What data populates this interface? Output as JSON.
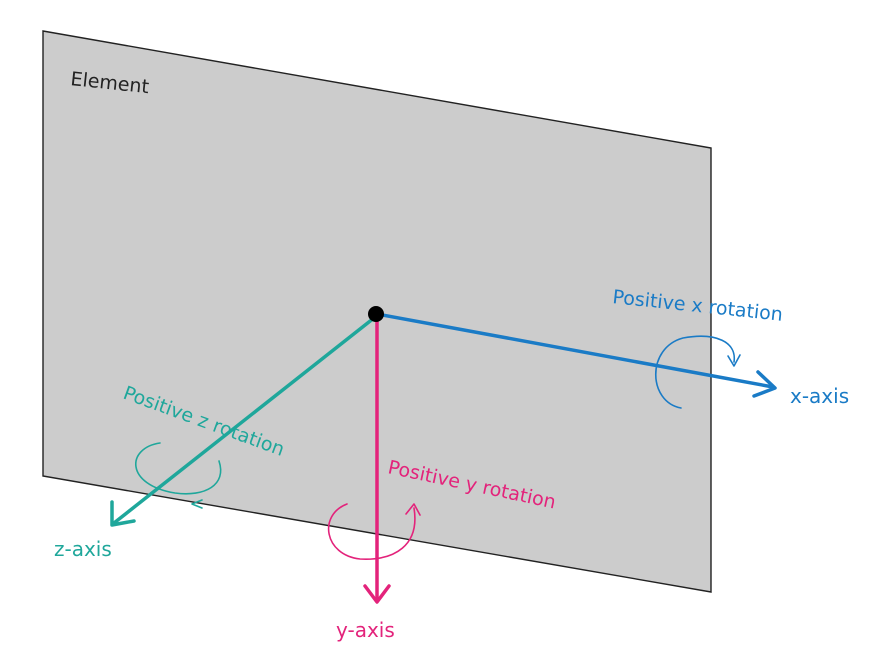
{
  "element_label": "Element",
  "x_axis": {
    "axis_label": "x-axis",
    "rotation_label": "Positive x rotation",
    "color": "#1a7bc6"
  },
  "y_axis": {
    "axis_label": "y-axis",
    "rotation_label": "Positive y rotation",
    "color": "#e3237b"
  },
  "z_axis": {
    "axis_label": "z-axis",
    "rotation_label": "Positive z rotation",
    "color": "#1fa79b"
  },
  "plane_color": "#cccccc",
  "origin_color": "#000000"
}
